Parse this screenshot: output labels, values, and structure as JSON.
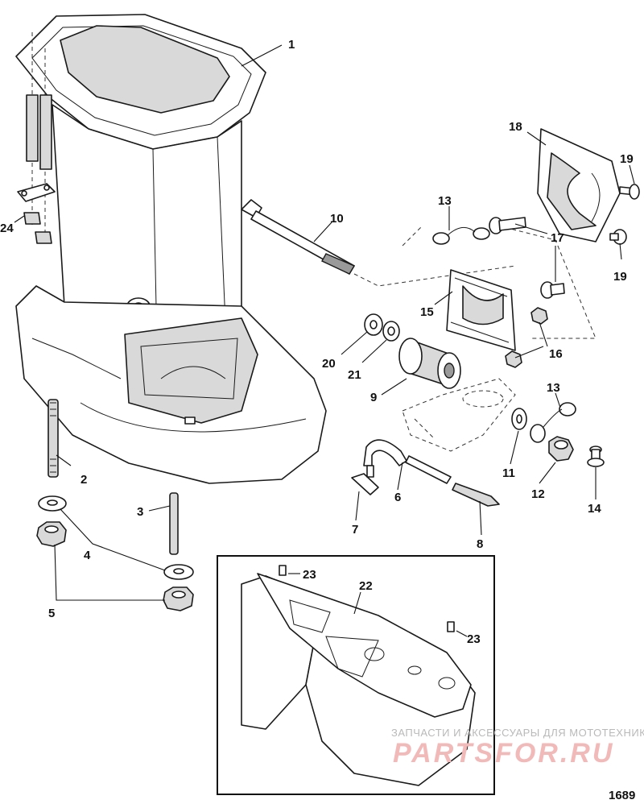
{
  "callouts": [
    "1",
    "2",
    "3",
    "4",
    "5",
    "6",
    "7",
    "8",
    "9",
    "10",
    "11",
    "12",
    "13",
    "13",
    "14",
    "15",
    "16",
    "17",
    "18",
    "19",
    "19",
    "20",
    "21",
    "22",
    "23",
    "23",
    "24"
  ],
  "watermark": {
    "line1": "ЗАПЧАСТИ И АКСЕССУАРЫ ДЛЯ МОТОТЕХНИКИ",
    "line2": "PARTSFOR.RU"
  },
  "figure_number": "1689"
}
